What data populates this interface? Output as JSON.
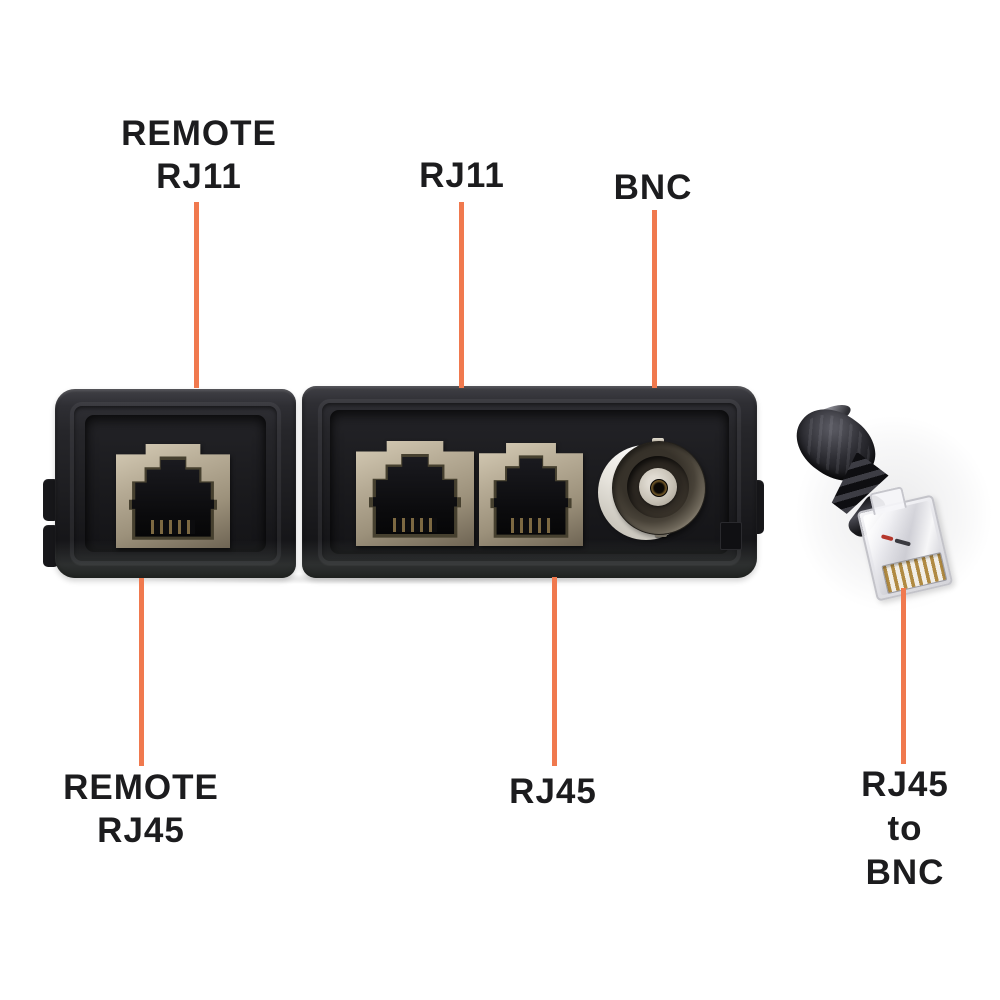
{
  "colors": {
    "accent_orange": "#f0794e",
    "label_text": "#1c1c1e",
    "device_body": "#1e1e21",
    "jack_metal": "#b0a58f",
    "bnc_insulator_white": "#e9e6df",
    "plug_pin_gold": "#b08a42"
  },
  "annotations": {
    "remote_rj11": {
      "lines": [
        "REMOTE",
        "RJ11"
      ]
    },
    "rj11": {
      "lines": [
        "RJ11"
      ]
    },
    "bnc": {
      "lines": [
        "BNC"
      ]
    },
    "remote_rj45": {
      "lines": [
        "REMOTE",
        "RJ45"
      ]
    },
    "rj45": {
      "lines": [
        "RJ45"
      ]
    },
    "rj45_to_bnc": {
      "lines": [
        "RJ45",
        "to",
        "BNC"
      ]
    }
  }
}
